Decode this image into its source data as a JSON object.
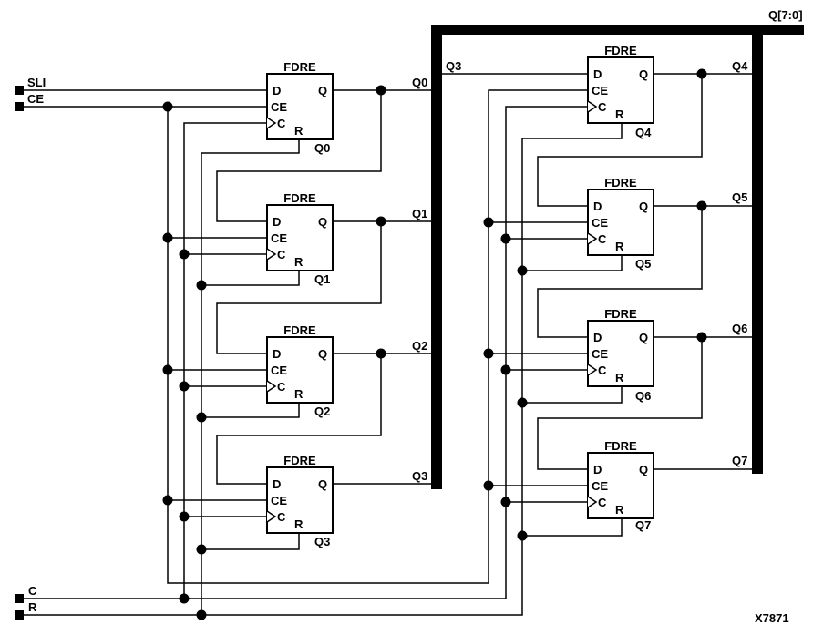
{
  "figure": {
    "bus_label": "Q[7:0]",
    "figure_number": "X7871",
    "bus_tap_label": "Q3",
    "pin_labels": {
      "d": "D",
      "ce": "CE",
      "c": "C",
      "r": "R",
      "q": "Q"
    },
    "inputs": {
      "sli": "SLI",
      "ce": "CE",
      "c": "C",
      "r": "R"
    },
    "blocks": [
      {
        "title": "FDRE",
        "instance": "Q0",
        "net": "Q0"
      },
      {
        "title": "FDRE",
        "instance": "Q1",
        "net": "Q1"
      },
      {
        "title": "FDRE",
        "instance": "Q2",
        "net": "Q2"
      },
      {
        "title": "FDRE",
        "instance": "Q3",
        "net": "Q3"
      },
      {
        "title": "FDRE",
        "instance": "Q4",
        "net": "Q4"
      },
      {
        "title": "FDRE",
        "instance": "Q5",
        "net": "Q5"
      },
      {
        "title": "FDRE",
        "instance": "Q6",
        "net": "Q6"
      },
      {
        "title": "FDRE",
        "instance": "Q7",
        "net": "Q7"
      }
    ]
  }
}
